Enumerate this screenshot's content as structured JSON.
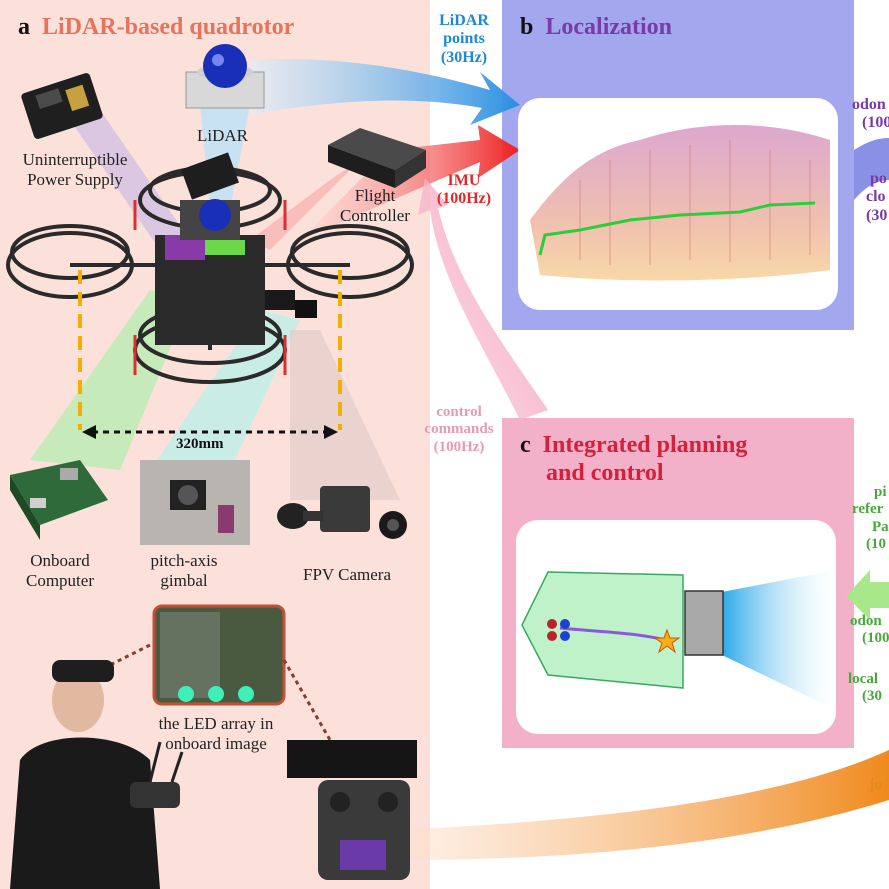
{
  "panel_a": {
    "letter": "a",
    "title": "LiDAR-based quadrotor",
    "ups_label": [
      "Uninterruptible",
      "Power Supply"
    ],
    "lidar_label": "LiDAR",
    "fc_label": [
      "Flight",
      "Controller"
    ],
    "dimension": "320mm",
    "onboard_label": [
      "Onboard",
      "Computer"
    ],
    "gimbal_label": [
      "pitch-axis",
      "gimbal"
    ],
    "fpv_label": "FPV Camera",
    "led_label": [
      "the LED array in",
      "onboard image"
    ]
  },
  "panel_b": {
    "letter": "b",
    "title": "Localization"
  },
  "panel_c": {
    "letter": "c",
    "title": [
      "Integrated planning",
      "and control"
    ]
  },
  "flows": {
    "lidar": [
      "LiDAR",
      "points",
      "(30Hz)"
    ],
    "imu": [
      "IMU",
      "(100Hz)"
    ],
    "control": [
      "control",
      "commands",
      "(100Hz)"
    ],
    "odom_b": [
      "odon",
      "(100"
    ],
    "cloud_b": [
      "po",
      "clo",
      "(30"
    ],
    "right_c1": [
      "pi",
      "refer",
      "Pa",
      "(10"
    ],
    "right_c2": [
      "odon",
      "(100"
    ],
    "right_c3": [
      "local",
      "(30"
    ],
    "bottom": "jo"
  },
  "colors": {
    "panel_a_bg": "#fbe1da",
    "panel_b_bg": "#a3a7ee",
    "panel_c_bg": "#f3b1c9",
    "title_a": "#e8735c",
    "title_b": "#7a3aa8",
    "title_c": "#d4203a",
    "trajectory": "#2ccc3a",
    "corridor": "#bff2c9"
  }
}
